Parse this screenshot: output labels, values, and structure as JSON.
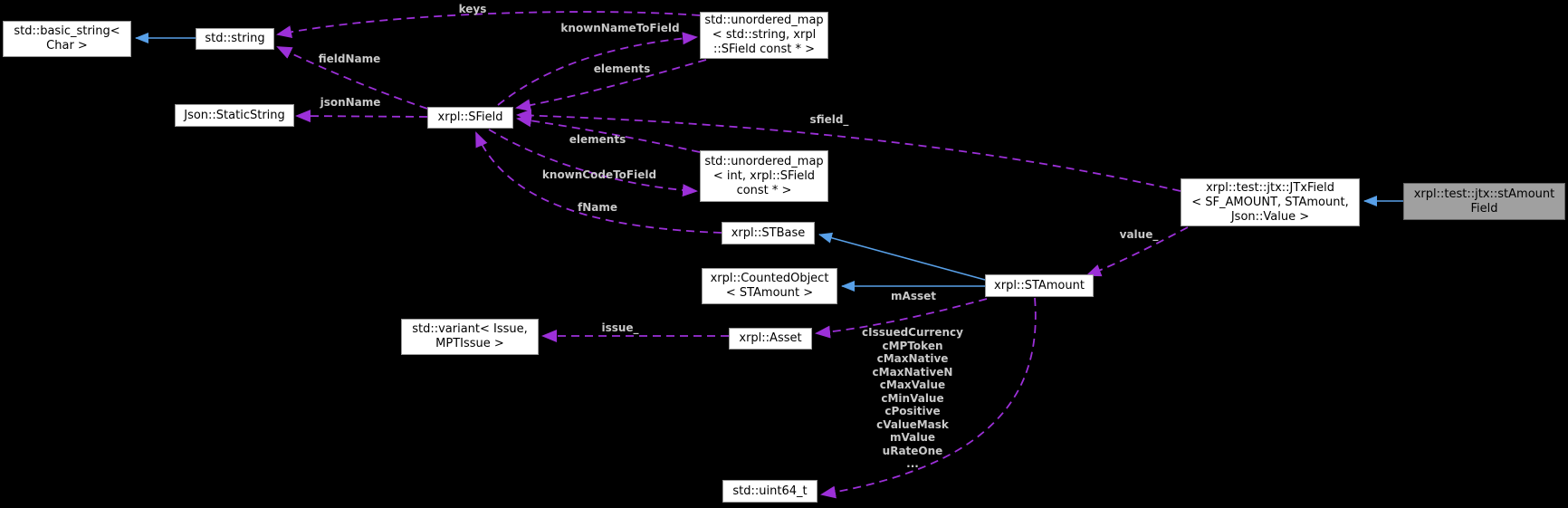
{
  "diagram": {
    "type": "doxygen-collaboration-graph",
    "background": "#000000",
    "colors": {
      "inheritance_edge": "#58A0E8",
      "usage_edge": "#9C30D8",
      "node_fill": "#FFFFFF",
      "node_border": "#9A9A9A",
      "node_text": "#000000",
      "selected_node_fill": "#A0A0A0",
      "selected_node_border": "#666666",
      "edge_label_color": "#C9C9C9"
    },
    "nodes": {
      "basic_string": {
        "lines": [
          "std::basic_string<",
          "Char >"
        ]
      },
      "std_string": {
        "lines": [
          "std::string"
        ]
      },
      "static_string": {
        "lines": [
          "Json::StaticString"
        ]
      },
      "sfield": {
        "lines": [
          "xrpl::SField"
        ]
      },
      "map_string": {
        "lines": [
          "std::unordered_map",
          "< std::string, xrpl",
          "::SField const * >"
        ]
      },
      "map_int": {
        "lines": [
          "std::unordered_map",
          "< int, xrpl::SField",
          "const * >"
        ]
      },
      "stbase": {
        "lines": [
          "xrpl::STBase"
        ]
      },
      "counted_object": {
        "lines": [
          "xrpl::CountedObject",
          "< STAmount >"
        ]
      },
      "stamount": {
        "lines": [
          "xrpl::STAmount"
        ]
      },
      "variant": {
        "lines": [
          "std::variant< Issue,",
          "MPTIssue >"
        ]
      },
      "asset": {
        "lines": [
          "xrpl::Asset"
        ]
      },
      "uint64_t": {
        "lines": [
          "std::uint64_t"
        ]
      },
      "jtxfield": {
        "lines": [
          "xrpl::test::jtx::JTxField",
          "< SF_AMOUNT, STAmount,",
          "Json::Value >"
        ]
      },
      "stamountfield": {
        "lines": [
          "xrpl::test::jtx::stAmount",
          "Field"
        ]
      }
    },
    "edge_labels": {
      "keys": "keys",
      "knownNameToField": "knownNameToField",
      "elements": "elements",
      "fieldName": "fieldName",
      "jsonName": "jsonName",
      "sfield_": "sfield_",
      "knownCodeToField": "knownCodeToField",
      "fName": "fName",
      "value_": "value_",
      "mAsset": "mAsset",
      "issue_": "issue_",
      "uint64_members": [
        "cIssuedCurrency",
        "cMPToken",
        "cMaxNative",
        "cMaxNativeN",
        "cMaxValue",
        "cMinValue",
        "cPositive",
        "cValueMask",
        "mValue",
        "uRateOne",
        "..."
      ]
    }
  }
}
